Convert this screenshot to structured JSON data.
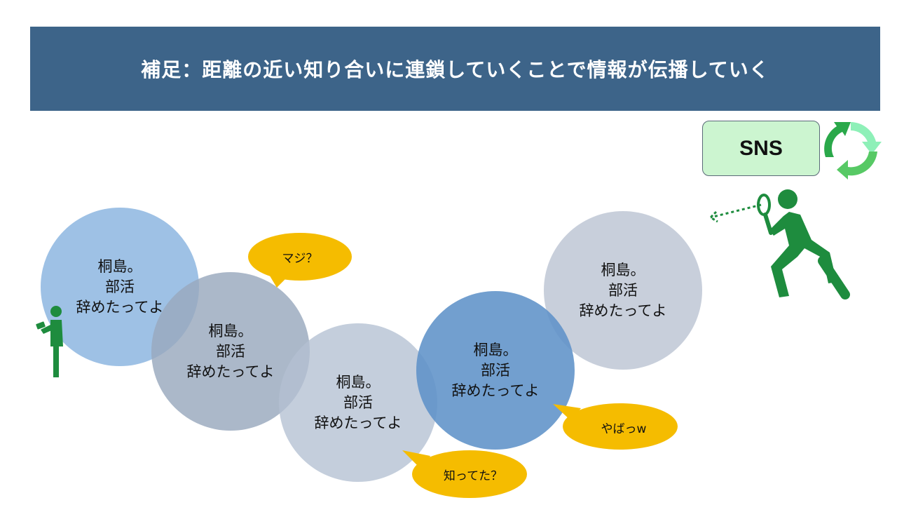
{
  "header": {
    "title": "補足：距離の近い知り合いに連鎖していくことで情報が伝播していく"
  },
  "sns_box": {
    "label": "SNS"
  },
  "icons": {
    "recycle": "refresh-arrows-icon",
    "searcher": "magnifying-glass-person-icon",
    "texter": "phone-user-icon"
  },
  "rumor_bubbles": [
    {
      "line1": "桐島。",
      "line2": "部活",
      "line3": "辞めたってよ"
    },
    {
      "line1": "桐島。",
      "line2": "部活",
      "line3": "辞めたってよ"
    },
    {
      "line1": "桐島。",
      "line2": "部活",
      "line3": "辞めたってよ"
    },
    {
      "line1": "桐島。",
      "line2": "部活",
      "line3": "辞めたってよ"
    },
    {
      "line1": "桐島。",
      "line2": "部活",
      "line3": "辞めたってよ"
    }
  ],
  "reactions": [
    {
      "text": "マジ？"
    },
    {
      "text": "知ってた？"
    },
    {
      "text": "やばっw"
    }
  ],
  "colors": {
    "banner": "#3d6489",
    "sns_fill": "#ccf5d0",
    "figure_green": "#1e8c3e",
    "speech_yellow": "#f5bc00"
  }
}
